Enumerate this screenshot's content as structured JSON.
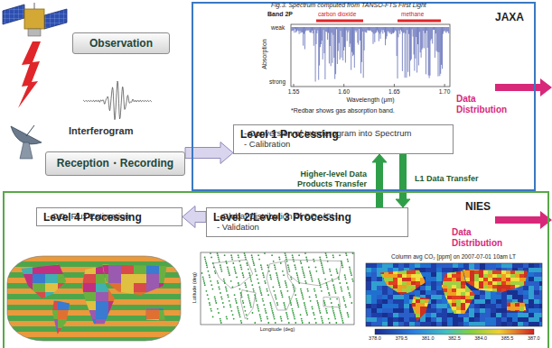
{
  "diagram": {
    "nodes": [
      {
        "text": [
          "Observation"
        ]
      },
      {
        "text": [
          "Reception・Recording"
        ]
      },
      {
        "text": [
          "JAXA"
        ]
      },
      {
        "text": [
          "Level 1 Processing",
          "- Conversion of Interferogram into Spectrum",
          "- Calibration"
        ],
        "in": 2
      },
      {
        "text": [
          "NIES"
        ]
      },
      {
        "text": [
          "Level 2/Level 3 Processing",
          "- Global Distribution of CO₂ /CH₄",
          "- Validation"
        ],
        "in": 4
      },
      {
        "text": [
          "Level 4 Processing",
          "- CO₂ Flux Estimation"
        ],
        "in": 4
      }
    ],
    "edges": [
      {
        "from": 1,
        "to": 3,
        "arrow": "to"
      },
      {
        "from": 5,
        "to": 3,
        "arrow": "to",
        "label": "Higher-level Data Products Transfer"
      },
      {
        "from": 3,
        "to": 5,
        "arrow": "to",
        "label": "L1 Data Transfer"
      },
      {
        "from": 5,
        "to": 6,
        "arrow": "to"
      }
    ],
    "labels": [
      "Interferogram",
      "Fig.3. Spectrum computed from TANSO-FTS First Light",
      "Band 2P",
      "carbon dioxide",
      "methane",
      "weak",
      "strong",
      "Absorption",
      "1.55",
      "1.60",
      "1.65",
      "1.70",
      "Wavelength (μm)",
      "*Redbar shows gas absorption band.",
      "Data Distribution",
      "Data Distribution",
      "Column avg CO₂ [ppm] on 2007-07-01 10am LT",
      "378.0",
      "379.5",
      "381.0",
      "382.5",
      "384.0",
      "385.5",
      "387.0",
      "Latitude (deg)",
      "Longitude (deg)"
    ]
  }
}
